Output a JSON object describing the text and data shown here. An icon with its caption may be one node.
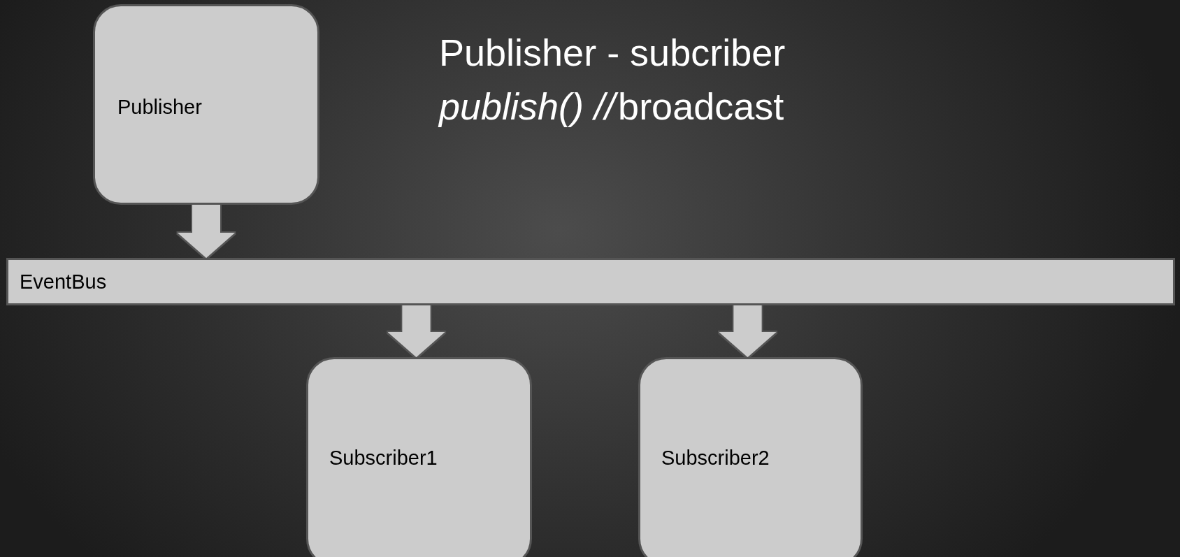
{
  "diagram": {
    "title": "Publisher - subcriber",
    "nodes": [
      {
        "text": [
          "Publisher"
        ]
      },
      {
        "text": [
          "EventBus"
        ]
      },
      {
        "text": [
          "Subscriber1"
        ]
      },
      {
        "text": [
          "Subscriber2"
        ]
      }
    ],
    "edges": [
      {
        "from": 0,
        "to": 1,
        "arrow": "to"
      },
      {
        "from": 1,
        "to": 2,
        "arrow": "to"
      },
      {
        "from": 1,
        "to": 3,
        "arrow": "to"
      }
    ],
    "labels": [
      "publish() //",
      "broadcast"
    ]
  }
}
